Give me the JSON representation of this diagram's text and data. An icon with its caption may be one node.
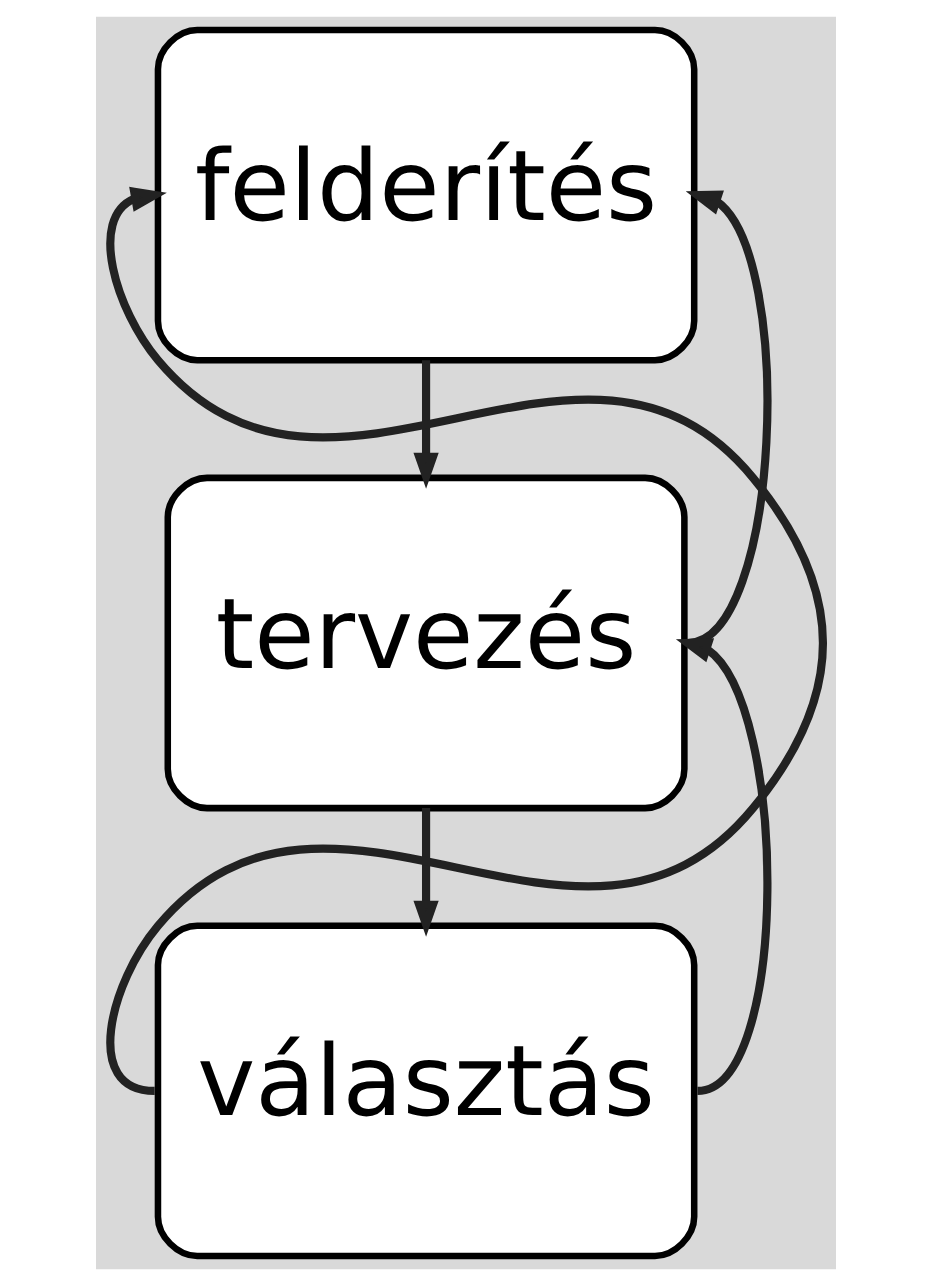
{
  "diagram": {
    "nodes": [
      {
        "text": [
          "felderítés"
        ]
      },
      {
        "text": [
          "tervezés"
        ]
      },
      {
        "text": [
          "választás"
        ]
      }
    ],
    "edges": [
      {
        "from": 0,
        "to": 1,
        "arrow": "to"
      },
      {
        "from": 1,
        "to": 2,
        "arrow": "to"
      },
      {
        "from": 2,
        "to": 0,
        "arrow": "to"
      },
      {
        "from": 1,
        "to": 0,
        "arrow": "to"
      },
      {
        "from": 2,
        "to": 1,
        "arrow": "to"
      }
    ]
  }
}
